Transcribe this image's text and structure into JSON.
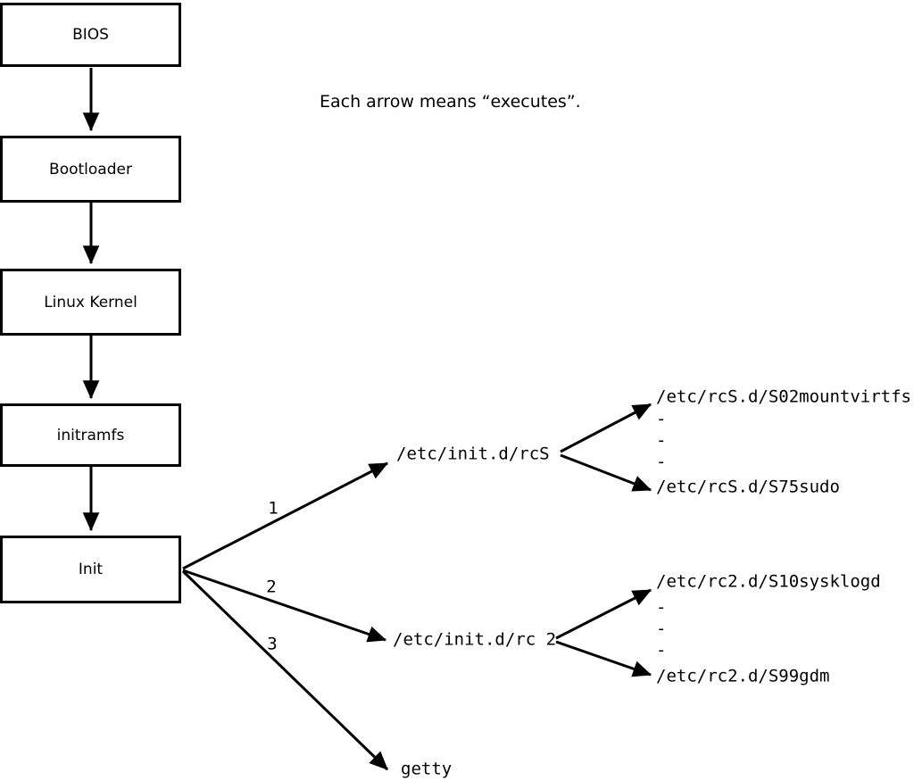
{
  "note": {
    "text": "Each arrow means “executes”."
  },
  "chain": [
    {
      "label": "BIOS"
    },
    {
      "label": "Bootloader"
    },
    {
      "label": "Linux Kernel"
    },
    {
      "label": "initramfs"
    },
    {
      "label": "Init"
    }
  ],
  "branches": [
    {
      "order": "1",
      "target": "/etc/init.d/rcS"
    },
    {
      "order": "2",
      "target": "/etc/init.d/rc 2"
    },
    {
      "order": "3",
      "target": "getty"
    }
  ],
  "rcS_scripts": [
    "/etc/rcS.d/S02mountvirtfs",
    "-",
    "-",
    "-",
    "/etc/rcS.d/S75sudo"
  ],
  "rc2_scripts": [
    "/etc/rc2.d/S10sysklogd",
    "-",
    "-",
    "-",
    "/etc/rc2.d/S99gdm"
  ]
}
